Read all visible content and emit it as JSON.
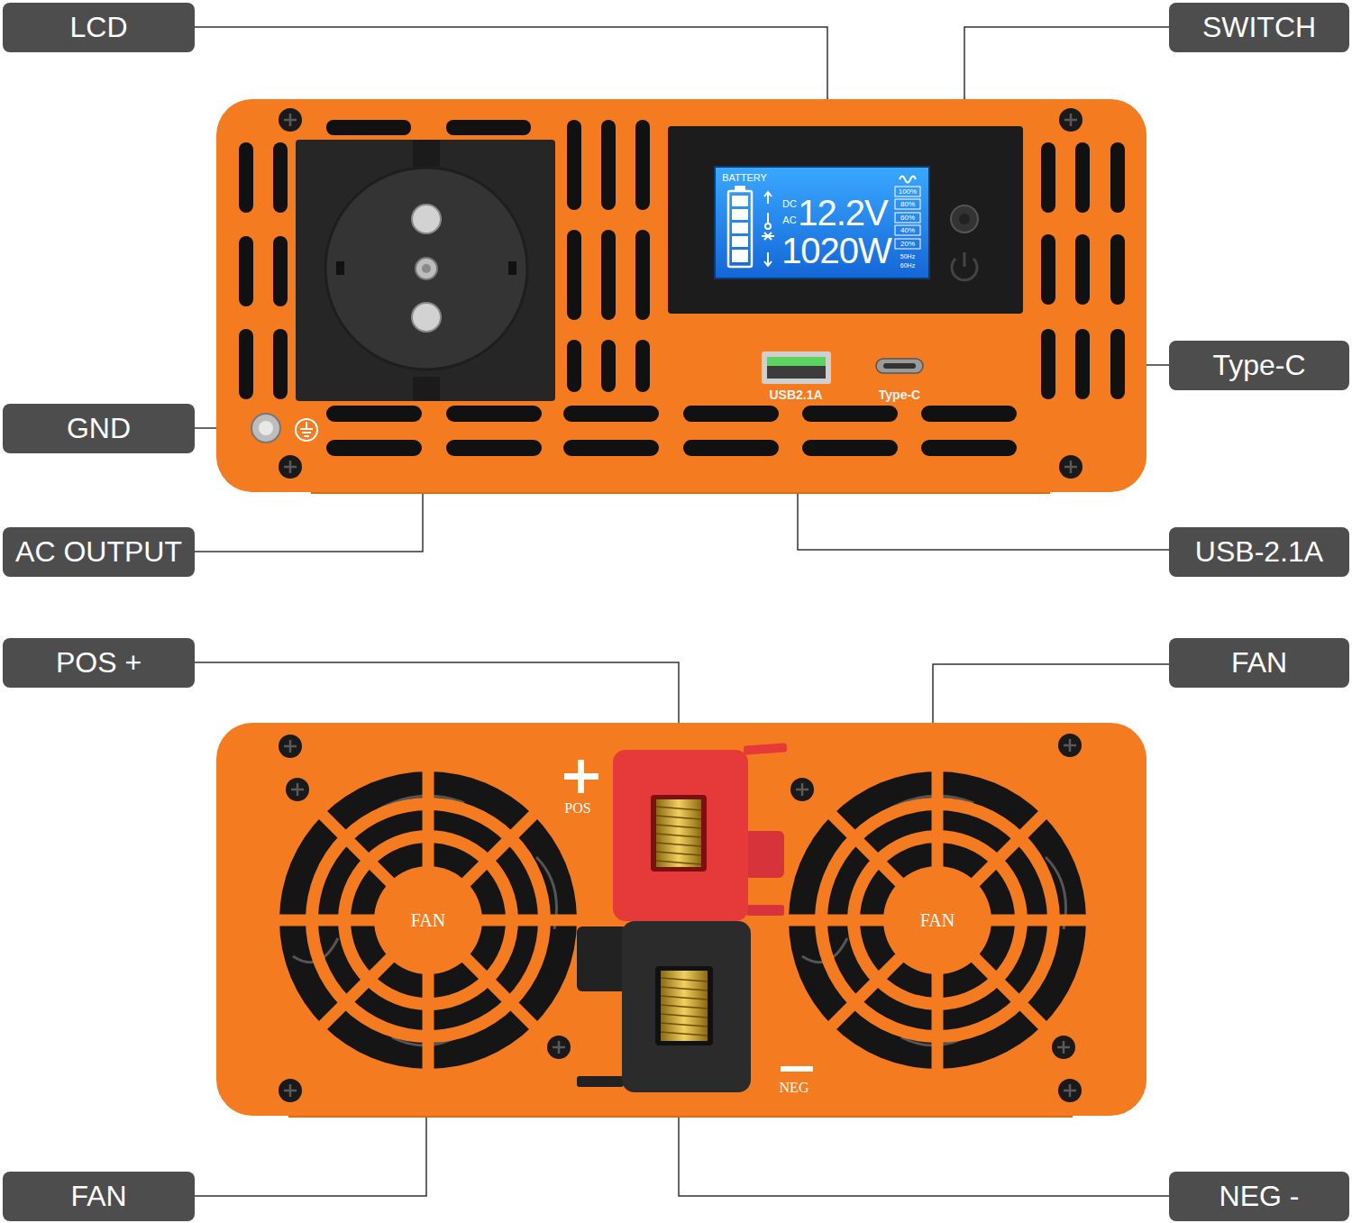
{
  "diagram": {
    "nodes": [
      {
        "text": [
          "LCD"
        ]
      },
      {
        "text": [
          "SWITCH"
        ]
      },
      {
        "text": [
          "Type-C"
        ]
      },
      {
        "text": [
          "GND"
        ]
      },
      {
        "text": [
          "AC OUTPUT"
        ]
      },
      {
        "text": [
          "USB-2.1A"
        ]
      },
      {
        "text": [
          "POS +"
        ]
      },
      {
        "text": [
          "FAN"
        ]
      },
      {
        "text": [
          "FAN"
        ]
      },
      {
        "text": [
          "NEG -"
        ]
      }
    ],
    "labels": [
      "BATTERY",
      "DC",
      "AC",
      "12.2V",
      "1020W",
      "100%",
      "80%",
      "60%",
      "40%",
      "20%",
      "50Hz",
      "60Hz",
      "USB2.1A",
      "Type-C",
      "POS",
      "NEG",
      "FAN",
      "FAN"
    ]
  }
}
